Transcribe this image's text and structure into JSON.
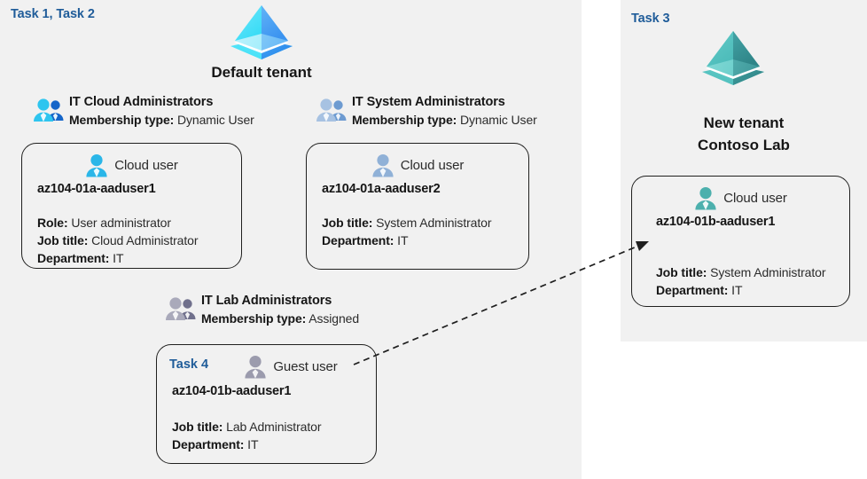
{
  "left_panel": {
    "task_label": "Task 1, Task 2",
    "tenant": {
      "name": "Default tenant",
      "icon": "azure-ad-tenant-icon",
      "color": "#32c3f0"
    },
    "groups": [
      {
        "name": "IT Cloud Administrators",
        "membership_label": "Membership type:",
        "membership_value": "Dynamic User",
        "icon": "group-users-icon",
        "color": "#22bdef"
      },
      {
        "name": "IT System Administrators",
        "membership_label": "Membership type:",
        "membership_value": "Dynamic User",
        "icon": "group-users-icon",
        "color": "#8eb1d8"
      },
      {
        "name": "IT Lab Administrators",
        "membership_label": "Membership type:",
        "membership_value": "Assigned",
        "icon": "group-users-icon",
        "color": "#8f8fa6"
      }
    ],
    "cards": [
      {
        "user_type": "Cloud user",
        "icon": "cloud-user-icon",
        "color": "#29bde4",
        "username": "az104-01a-aaduser1",
        "attrs": [
          {
            "label": "Role:",
            "value": "User administrator"
          },
          {
            "label": "Job title:",
            "value": "Cloud Administrator"
          },
          {
            "label": "Department:",
            "value": "IT"
          }
        ]
      },
      {
        "user_type": "Cloud user",
        "icon": "cloud-user-icon",
        "color": "#8fb0d6",
        "username": "az104-01a-aaduser2",
        "attrs": [
          {
            "label": "Job title:",
            "value": "System Administrator"
          },
          {
            "label": "Department:",
            "value": "IT"
          }
        ]
      },
      {
        "task": "Task 4",
        "user_type": "Guest user",
        "icon": "guest-user-icon",
        "color": "#9c9cae",
        "username": "az104-01b-aaduser1",
        "attrs": [
          {
            "label": "Job title:",
            "value": "Lab Administrator"
          },
          {
            "label": "Department:",
            "value": "IT"
          }
        ]
      }
    ]
  },
  "right_panel": {
    "task_label": "Task 3",
    "tenant": {
      "name_line1": "New  tenant",
      "name_line2": "Contoso Lab",
      "icon": "azure-ad-tenant-icon",
      "color": "#4bb5b5"
    },
    "card": {
      "user_type": "Cloud user",
      "icon": "cloud-user-icon",
      "color": "#4fb3b0",
      "username": "az104-01b-aaduser1",
      "attrs": [
        {
          "label": "Job title:",
          "value": "System Administrator"
        },
        {
          "label": "Department:",
          "value": "IT"
        }
      ]
    }
  },
  "connector": {
    "style": "dashed-arrow",
    "color": "#1f1f1f"
  }
}
